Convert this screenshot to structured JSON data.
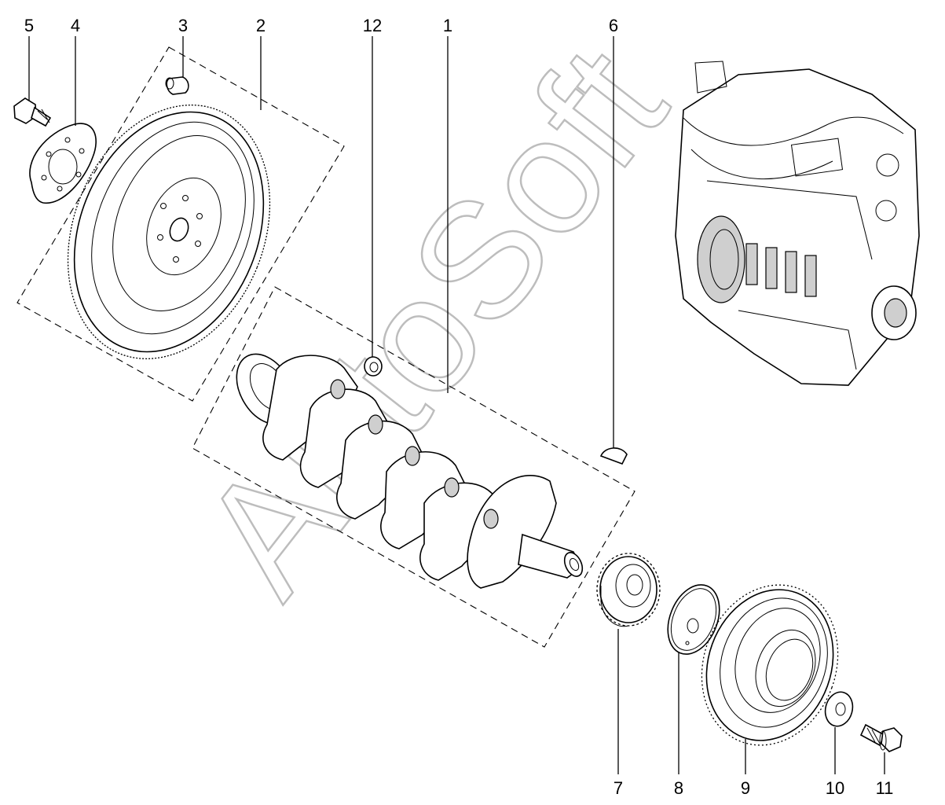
{
  "callouts": {
    "c1": "1",
    "c2": "2",
    "c3": "3",
    "c4": "4",
    "c5": "5",
    "c6": "6",
    "c7": "7",
    "c8": "8",
    "c9": "9",
    "c10": "10",
    "c11": "11",
    "c12": "12"
  },
  "watermark": "AutoSoft"
}
